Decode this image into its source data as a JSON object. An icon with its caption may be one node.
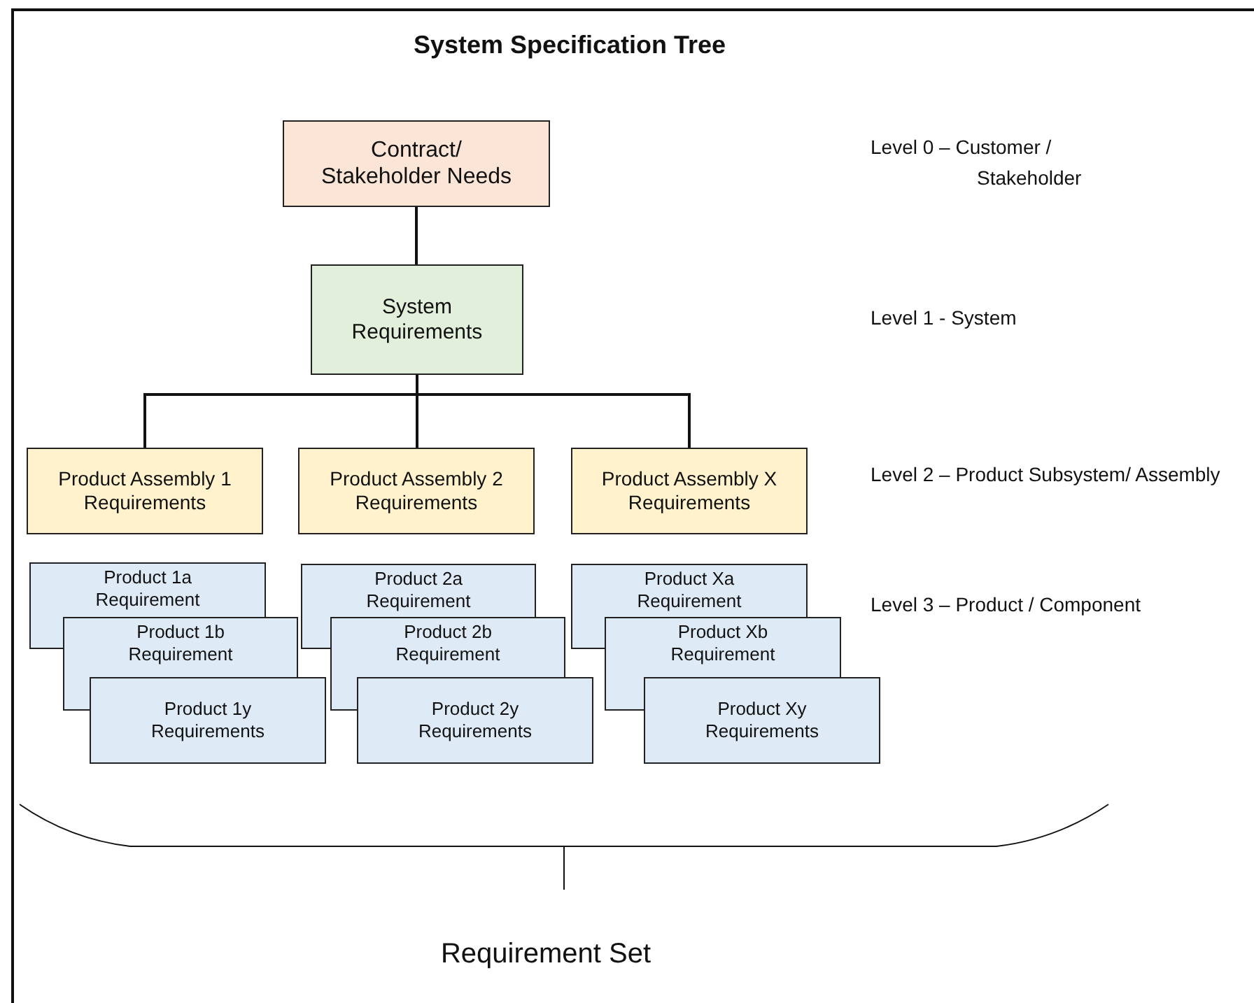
{
  "diagram": {
    "title": "System Specification Tree",
    "nodes": [
      {
        "text": [
          "Contract/ Stakeholder Needs"
        ]
      },
      {
        "text": [
          "System Requirements"
        ]
      },
      {
        "text": [
          "Product Assembly 1 Requirements"
        ]
      },
      {
        "text": [
          "Product Assembly 2 Requirements"
        ]
      },
      {
        "text": [
          "Product Assembly X Requirements"
        ]
      },
      {
        "text": [
          "Product 1a Requirement"
        ]
      },
      {
        "text": [
          "Product 2a Requirement"
        ]
      },
      {
        "text": [
          "Product Xa Requirement"
        ]
      },
      {
        "text": [
          "Product 1b Requirement"
        ]
      },
      {
        "text": [
          "Product 2b Requirement"
        ]
      },
      {
        "text": [
          "Product Xb Requirement"
        ]
      },
      {
        "text": [
          "Product 1y Requirements"
        ]
      },
      {
        "text": [
          "Product 2y Requirements"
        ]
      },
      {
        "text": [
          "Product Xy Requirements"
        ]
      }
    ],
    "edges": [
      {
        "from": 0,
        "to": 1,
        "arrow": "none"
      },
      {
        "from": 1,
        "to": 2,
        "arrow": "none"
      },
      {
        "from": 1,
        "to": 3,
        "arrow": "none"
      },
      {
        "from": 1,
        "to": 4,
        "arrow": "none"
      }
    ],
    "labels": [
      "Level 0 – Customer / Stakeholder",
      "Level 1 - System",
      "Level 2 – Product Subsystem/ Assembly",
      "Level 3 – Product / Component",
      "Requirement Set"
    ]
  }
}
